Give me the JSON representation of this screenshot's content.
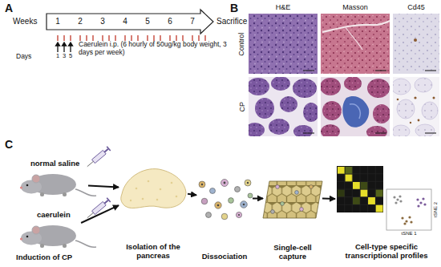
{
  "diagram": {
    "nodes": [
      {
        "text": [
          "normal saline"
        ]
      },
      {
        "text": [
          "caerulein"
        ]
      },
      {
        "text": [
          "Isolation of the pancreas"
        ]
      },
      {
        "text": [
          "Dissociation"
        ]
      },
      {
        "text": [
          "Single-cell capture"
        ]
      },
      {
        "text": [
          "Cell-type specific transcriptional profiles"
        ]
      }
    ],
    "edges": [
      {
        "from": 0,
        "to": 2,
        "arrow": "to"
      },
      {
        "from": 1,
        "to": 2,
        "arrow": "to"
      },
      {
        "from": 2,
        "to": 3,
        "arrow": "to"
      },
      {
        "from": 3,
        "to": 4,
        "arrow": "to"
      },
      {
        "from": 4,
        "to": 5,
        "arrow": "to"
      }
    ],
    "labels": [
      "A",
      "Weeks",
      "1",
      "2",
      "3",
      "4",
      "5",
      "6",
      "7",
      "Sacrifice",
      "Caerulein i.p. (6 hourly of 50ug/kg body weight, 3 days per week)",
      "Days",
      "1",
      "3",
      "5",
      "B",
      "H&E",
      "Masson",
      "Cd45",
      "Control",
      "CP",
      "C",
      "Induction of CP",
      "tSNE 2",
      "tSNE 1"
    ]
  }
}
